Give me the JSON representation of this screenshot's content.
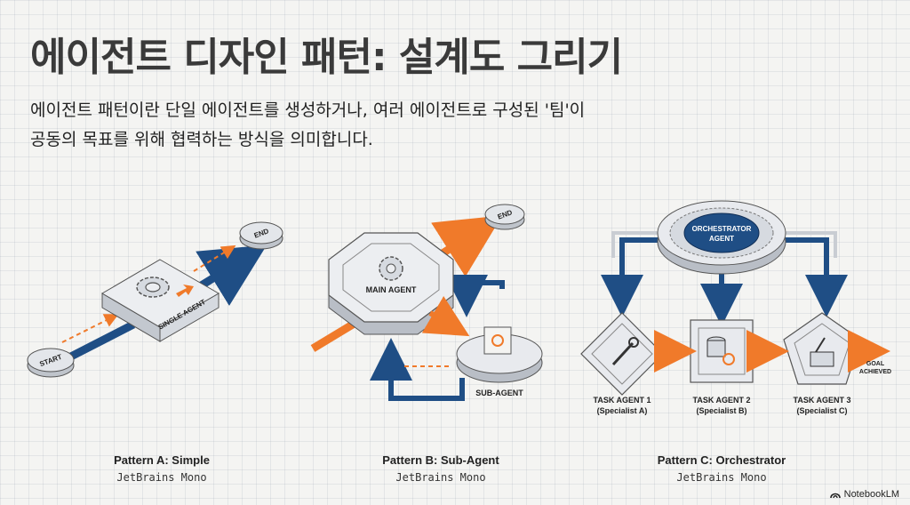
{
  "title": "에이전트 디자인 패턴: 설계도 그리기",
  "subtitle_lines": [
    "에이전트 패턴이란 단일 에이전트를 생성하거나, 여러 에이전트로 구성된 '팀'이",
    "공동의 목표를 위해 협력하는 방식을 의미합니다."
  ],
  "pattern_a": {
    "start": "START",
    "end": "END",
    "agent": "SINGLE AGENT",
    "caption": "Pattern A: Simple",
    "font": "JetBrains Mono"
  },
  "pattern_b": {
    "end": "END",
    "main": "MAIN AGENT",
    "sub": "SUB-AGENT",
    "caption": "Pattern B: Sub-Agent",
    "font": "JetBrains Mono"
  },
  "pattern_c": {
    "orchestrator_line1": "ORCHESTRATOR",
    "orchestrator_line2": "AGENT",
    "tasks": [
      {
        "name": "TASK AGENT 1",
        "role": "(Specialist A)"
      },
      {
        "name": "TASK AGENT 2",
        "role": "(Specialist B)"
      },
      {
        "name": "TASK AGENT 3",
        "role": "(Specialist C)"
      }
    ],
    "goal_line1": "GOAL",
    "goal_line2": "ACHIEVED",
    "caption": "Pattern C: Orchestrator",
    "font": "JetBrains Mono"
  },
  "brand": "NotebookLM",
  "colors": {
    "navy": "#1f4e85",
    "orange": "#f07a2a",
    "gray": "#c9cdd3"
  }
}
